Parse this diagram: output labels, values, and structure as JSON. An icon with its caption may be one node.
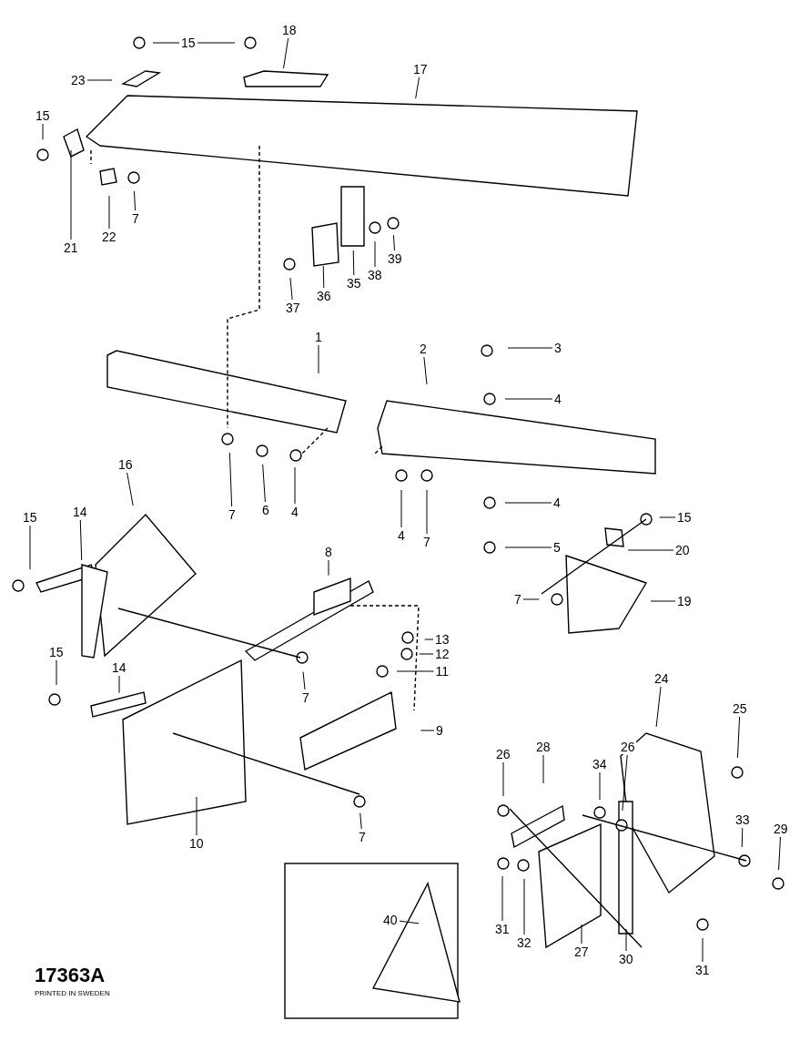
{
  "diagram": {
    "nodes": [
      {
        "text": [
          "15"
        ]
      },
      {
        "text": [
          "18"
        ]
      },
      {
        "text": [
          "17"
        ]
      },
      {
        "text": [
          "23"
        ]
      },
      {
        "text": [
          "15"
        ]
      },
      {
        "text": [
          "21"
        ]
      },
      {
        "text": [
          "22"
        ]
      },
      {
        "text": [
          "7"
        ]
      },
      {
        "text": [
          "37"
        ]
      },
      {
        "text": [
          "36"
        ]
      },
      {
        "text": [
          "35"
        ]
      },
      {
        "text": [
          "38"
        ]
      },
      {
        "text": [
          "39"
        ]
      },
      {
        "text": [
          "1"
        ]
      },
      {
        "text": [
          "2"
        ]
      },
      {
        "text": [
          "3"
        ]
      },
      {
        "text": [
          "4"
        ]
      },
      {
        "text": [
          "16"
        ]
      },
      {
        "text": [
          "7"
        ]
      },
      {
        "text": [
          "6"
        ]
      },
      {
        "text": [
          "4"
        ]
      },
      {
        "text": [
          "4"
        ]
      },
      {
        "text": [
          "7"
        ]
      },
      {
        "text": [
          "4"
        ]
      },
      {
        "text": [
          "5"
        ]
      },
      {
        "text": [
          "15"
        ]
      },
      {
        "text": [
          "20"
        ]
      },
      {
        "text": [
          "7"
        ]
      },
      {
        "text": [
          "19"
        ]
      },
      {
        "text": [
          "15"
        ]
      },
      {
        "text": [
          "14"
        ]
      },
      {
        "text": [
          "8"
        ]
      },
      {
        "text": [
          "13"
        ]
      },
      {
        "text": [
          "12"
        ]
      },
      {
        "text": [
          "11"
        ]
      },
      {
        "text": [
          "7"
        ]
      },
      {
        "text": [
          "15"
        ]
      },
      {
        "text": [
          "14"
        ]
      },
      {
        "text": [
          "9"
        ]
      },
      {
        "text": [
          "24"
        ]
      },
      {
        "text": [
          "25"
        ]
      },
      {
        "text": [
          "26"
        ]
      },
      {
        "text": [
          "28"
        ]
      },
      {
        "text": [
          "26"
        ]
      },
      {
        "text": [
          "34"
        ]
      },
      {
        "text": [
          "33"
        ]
      },
      {
        "text": [
          "29"
        ]
      },
      {
        "text": [
          "7"
        ]
      },
      {
        "text": [
          "10"
        ]
      },
      {
        "text": [
          "31"
        ]
      },
      {
        "text": [
          "32"
        ]
      },
      {
        "text": [
          "27"
        ]
      },
      {
        "text": [
          "30"
        ]
      },
      {
        "text": [
          "31"
        ]
      },
      {
        "text": [
          "40"
        ]
      }
    ],
    "edges": [
      {
        "from": 0,
        "to": null,
        "arrow": "none"
      },
      {
        "from": 0,
        "to": null,
        "arrow": "none"
      },
      {
        "from": 1,
        "to": null,
        "arrow": "none"
      },
      {
        "from": 2,
        "to": null,
        "arrow": "none"
      },
      {
        "from": 3,
        "to": null,
        "arrow": "none"
      },
      {
        "from": 4,
        "to": null,
        "arrow": "none"
      },
      {
        "from": 5,
        "to": null,
        "arrow": "none"
      },
      {
        "from": 6,
        "to": null,
        "arrow": "none"
      },
      {
        "from": 7,
        "to": null,
        "arrow": "none"
      },
      {
        "from": 8,
        "to": null,
        "arrow": "none"
      },
      {
        "from": 9,
        "to": null,
        "arrow": "none"
      },
      {
        "from": 10,
        "to": null,
        "arrow": "none"
      },
      {
        "from": 11,
        "to": null,
        "arrow": "none"
      },
      {
        "from": 12,
        "to": null,
        "arrow": "none"
      },
      {
        "from": 13,
        "to": null,
        "arrow": "none"
      },
      {
        "from": 14,
        "to": null,
        "arrow": "none"
      },
      {
        "from": 15,
        "to": null,
        "arrow": "none"
      },
      {
        "from": 16,
        "to": null,
        "arrow": "none"
      },
      {
        "from": 17,
        "to": null,
        "arrow": "none"
      },
      {
        "from": 18,
        "to": null,
        "arrow": "none"
      },
      {
        "from": 19,
        "to": null,
        "arrow": "none"
      },
      {
        "from": 20,
        "to": null,
        "arrow": "none"
      },
      {
        "from": 21,
        "to": null,
        "arrow": "none"
      },
      {
        "from": 22,
        "to": null,
        "arrow": "none"
      },
      {
        "from": 23,
        "to": null,
        "arrow": "none"
      },
      {
        "from": 24,
        "to": null,
        "arrow": "none"
      },
      {
        "from": 25,
        "to": null,
        "arrow": "none"
      },
      {
        "from": 26,
        "to": null,
        "arrow": "none"
      },
      {
        "from": 27,
        "to": null,
        "arrow": "none"
      },
      {
        "from": 28,
        "to": null,
        "arrow": "none"
      },
      {
        "from": 29,
        "to": null,
        "arrow": "none"
      },
      {
        "from": 30,
        "to": null,
        "arrow": "none"
      },
      {
        "from": 31,
        "to": null,
        "arrow": "none"
      },
      {
        "from": 32,
        "to": null,
        "arrow": "none"
      },
      {
        "from": 33,
        "to": null,
        "arrow": "none"
      },
      {
        "from": 34,
        "to": null,
        "arrow": "none"
      },
      {
        "from": 35,
        "to": null,
        "arrow": "none"
      },
      {
        "from": 36,
        "to": null,
        "arrow": "none"
      },
      {
        "from": 37,
        "to": null,
        "arrow": "none"
      },
      {
        "from": 38,
        "to": null,
        "arrow": "none"
      },
      {
        "from": 39,
        "to": null,
        "arrow": "none"
      },
      {
        "from": 40,
        "to": null,
        "arrow": "none"
      },
      {
        "from": 41,
        "to": null,
        "arrow": "none"
      },
      {
        "from": 42,
        "to": null,
        "arrow": "none"
      },
      {
        "from": 43,
        "to": null,
        "arrow": "none"
      },
      {
        "from": 44,
        "to": null,
        "arrow": "none"
      },
      {
        "from": 45,
        "to": null,
        "arrow": "none"
      },
      {
        "from": 46,
        "to": null,
        "arrow": "none"
      },
      {
        "from": 47,
        "to": null,
        "arrow": "none"
      },
      {
        "from": 48,
        "to": null,
        "arrow": "none"
      },
      {
        "from": 49,
        "to": null,
        "arrow": "none"
      },
      {
        "from": 50,
        "to": null,
        "arrow": "none"
      },
      {
        "from": 51,
        "to": null,
        "arrow": "none"
      },
      {
        "from": 52,
        "to": null,
        "arrow": "none"
      },
      {
        "from": 53,
        "to": null,
        "arrow": "none"
      },
      {
        "from": 54,
        "to": null,
        "arrow": "none"
      }
    ],
    "labels": [
      "17363A",
      "PRINTED IN SWEDEN"
    ]
  }
}
